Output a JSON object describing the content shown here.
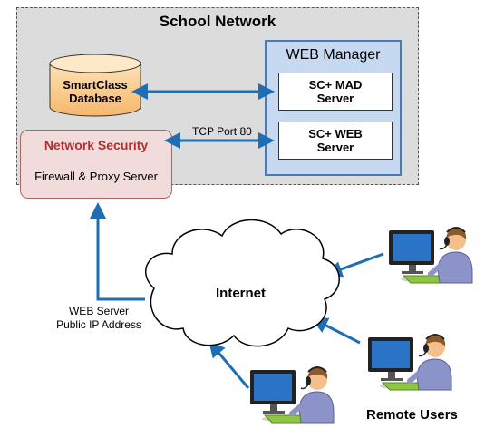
{
  "school_network": {
    "title": "School Network"
  },
  "web_manager": {
    "title": "WEB Manager",
    "servers": [
      "SC+ MAD\nServer",
      "SC+ WEB\nServer"
    ]
  },
  "database": {
    "label": "SmartClass\nDatabase"
  },
  "network_security": {
    "title": "Network Security",
    "subtitle": "Firewall & Proxy Server"
  },
  "connections": {
    "port_label": "TCP Port 80",
    "public_label": "WEB Server\nPublic IP Address"
  },
  "internet": {
    "label": "Internet"
  },
  "remote_users": {
    "label": "Remote Users"
  },
  "colors": {
    "arrow": "#1f6db3",
    "monitor": "#2b73c7",
    "keyboard": "#8dc63f",
    "person": "#8c93c8",
    "skin": "#f4bf8a"
  }
}
